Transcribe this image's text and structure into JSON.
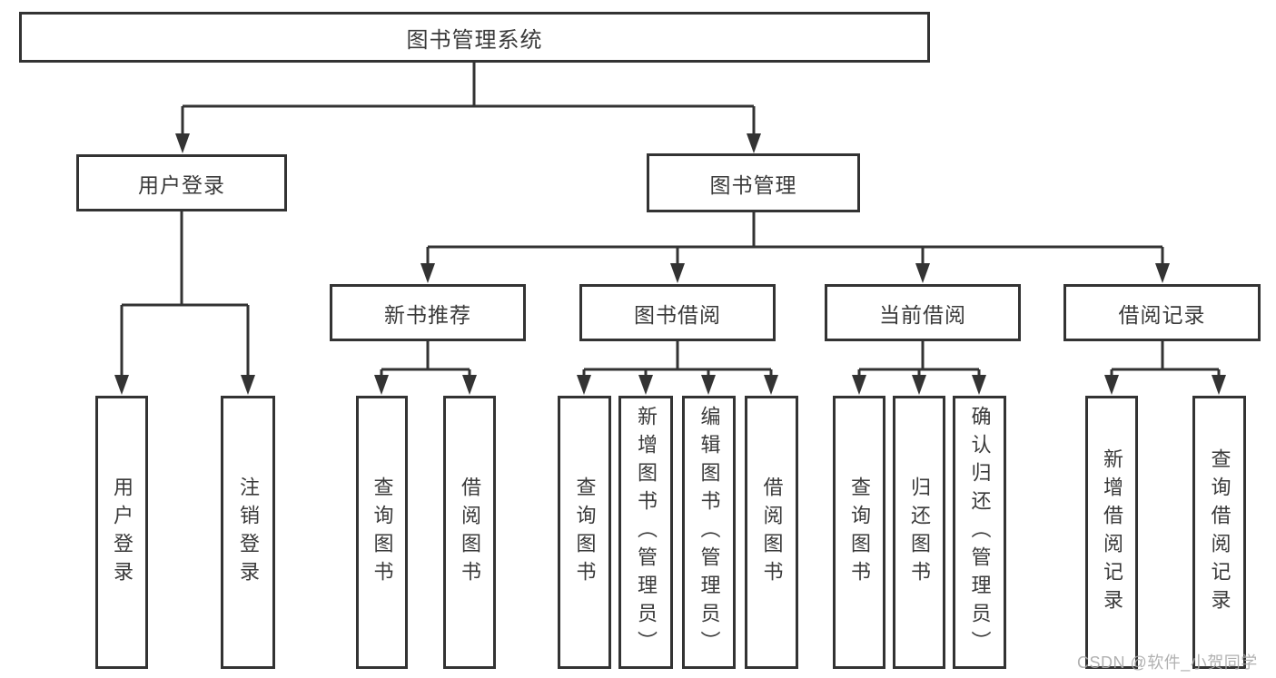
{
  "diagram": {
    "title": "图书管理系统",
    "root": {
      "label": "图书管理系统"
    },
    "level2": [
      {
        "id": "user-login",
        "label": "用户登录",
        "parent": "图书管理系统"
      },
      {
        "id": "book-management",
        "label": "图书管理",
        "parent": "图书管理系统"
      }
    ],
    "level3": [
      {
        "id": "new-book-recommendation",
        "label": "新书推荐",
        "parent": "图书管理"
      },
      {
        "id": "book-borrowing",
        "label": "图书借阅",
        "parent": "图书管理"
      },
      {
        "id": "current-borrowing",
        "label": "当前借阅",
        "parent": "图书管理"
      },
      {
        "id": "borrowing-records",
        "label": "借阅记录",
        "parent": "图书管理"
      }
    ],
    "leaves": [
      {
        "label": "用户登录",
        "parent": "用户登录"
      },
      {
        "label": "注销登录",
        "parent": "用户登录"
      },
      {
        "label": "查询图书",
        "parent": "新书推荐"
      },
      {
        "label": "借阅图书",
        "parent": "新书推荐"
      },
      {
        "label": "查询图书",
        "parent": "图书借阅"
      },
      {
        "label": "新增图书（管理员）",
        "parent": "图书借阅"
      },
      {
        "label": "编辑图书（管理员）",
        "parent": "图书借阅"
      },
      {
        "label": "借阅图书",
        "parent": "图书借阅"
      },
      {
        "label": "查询图书",
        "parent": "当前借阅"
      },
      {
        "label": "归还图书",
        "parent": "当前借阅"
      },
      {
        "label": "确认归还（管理员）",
        "parent": "当前借阅"
      },
      {
        "label": "新增借阅记录",
        "parent": "借阅记录"
      },
      {
        "label": "查询借阅记录",
        "parent": "借阅记录"
      }
    ]
  },
  "watermark": "CSDN @软件_小贺同学",
  "colors": {
    "line": "#333333",
    "box_border": "#333333",
    "box_fill": "#ffffff",
    "text": "#3a3a3a",
    "watermark": "#a8a8a8",
    "background": "#ffffff"
  }
}
